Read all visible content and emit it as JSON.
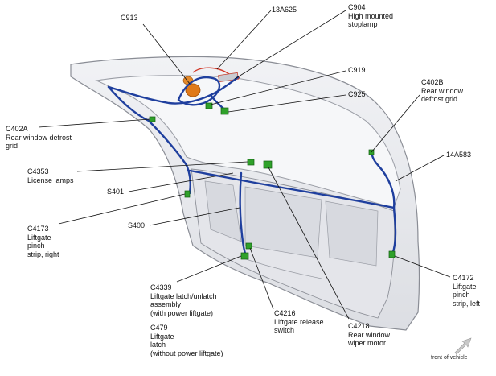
{
  "callouts": [
    {
      "id": "c913",
      "lines": [
        "C913"
      ]
    },
    {
      "id": "13a625",
      "lines": [
        "13A625"
      ]
    },
    {
      "id": "c904",
      "lines": [
        "C904",
        "High mounted",
        "stoplamp"
      ]
    },
    {
      "id": "c919",
      "lines": [
        "C919"
      ]
    },
    {
      "id": "c925",
      "lines": [
        "C925"
      ]
    },
    {
      "id": "c402b",
      "lines": [
        "C402B",
        "Rear window",
        "defrost grid"
      ]
    },
    {
      "id": "c402a",
      "lines": [
        "C402A",
        "Rear window defrost",
        "grid"
      ]
    },
    {
      "id": "14a583",
      "lines": [
        "14A583"
      ]
    },
    {
      "id": "c4353",
      "lines": [
        "C4353",
        "License lamps"
      ]
    },
    {
      "id": "s401",
      "lines": [
        "S401"
      ]
    },
    {
      "id": "c4173",
      "lines": [
        "C4173",
        "Liftgate",
        "pinch",
        "strip, right"
      ]
    },
    {
      "id": "s400",
      "lines": [
        "S400"
      ]
    },
    {
      "id": "c4172",
      "lines": [
        "C4172",
        "Liftgate",
        "pinch",
        "strip, left"
      ]
    },
    {
      "id": "c4339",
      "lines": [
        "C4339",
        "Liftgate latch/unlatch",
        "assembly",
        "(with power liftgate)"
      ]
    },
    {
      "id": "c479",
      "lines": [
        "C479",
        "Liftgate",
        "latch",
        "(without power liftgate)"
      ]
    },
    {
      "id": "c4216",
      "lines": [
        "C4216",
        "Liftgate release",
        "switch"
      ]
    },
    {
      "id": "c4218",
      "lines": [
        "C4218",
        "Rear window",
        "wiper motor"
      ]
    }
  ],
  "orientation": {
    "label": "front of vehicle"
  },
  "colors": {
    "harness": "#1f3f9e",
    "connector": "#2fa12a",
    "panel_fill": "#e9eaee",
    "panel_edge": "#8a8d95",
    "stoplamp_wire": "#d23b2b",
    "motor": "#e07a1a",
    "leader": "#111111"
  }
}
